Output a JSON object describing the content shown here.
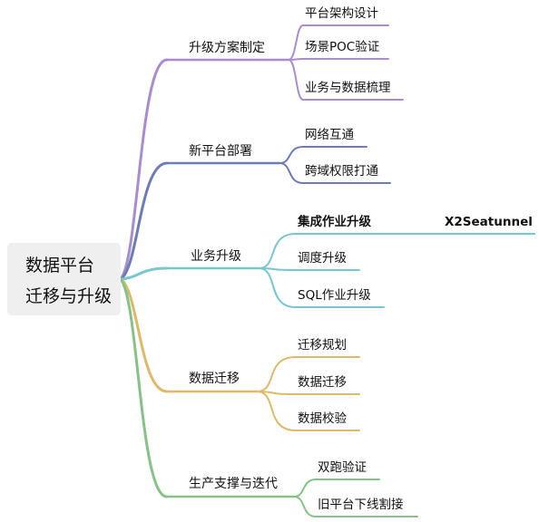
{
  "title": "",
  "root": {
    "lines": [
      "数据平台",
      "迁移与升级"
    ]
  },
  "colors": {
    "root_bg": "#efefef",
    "purple": "#a98bd1",
    "navy": "#6f7bb8",
    "teal": "#78c6cf",
    "gold": "#dcba6a",
    "green": "#86c287"
  },
  "branches": [
    {
      "label": "升级方案制定",
      "color": "purple",
      "children": [
        {
          "label": "平台架构设计"
        },
        {
          "label": "场景POC验证"
        },
        {
          "label": "业务与数据梳理"
        }
      ]
    },
    {
      "label": "新平台部署",
      "color": "navy",
      "children": [
        {
          "label": "网络互通"
        },
        {
          "label": "跨域权限打通"
        }
      ]
    },
    {
      "label": "业务升级",
      "color": "teal",
      "children": [
        {
          "label": "集成作业升级",
          "bold": true,
          "sub": "X2Seatunnel"
        },
        {
          "label": "调度升级"
        },
        {
          "label": "SQL作业升级"
        }
      ]
    },
    {
      "label": "数据迁移",
      "color": "gold",
      "children": [
        {
          "label": "迁移规划"
        },
        {
          "label": "数据迁移"
        },
        {
          "label": "数据校验"
        }
      ]
    },
    {
      "label": "生产支撑与迭代",
      "color": "green",
      "children": [
        {
          "label": "双跑验证"
        },
        {
          "label": "旧平台下线割接"
        }
      ]
    }
  ]
}
